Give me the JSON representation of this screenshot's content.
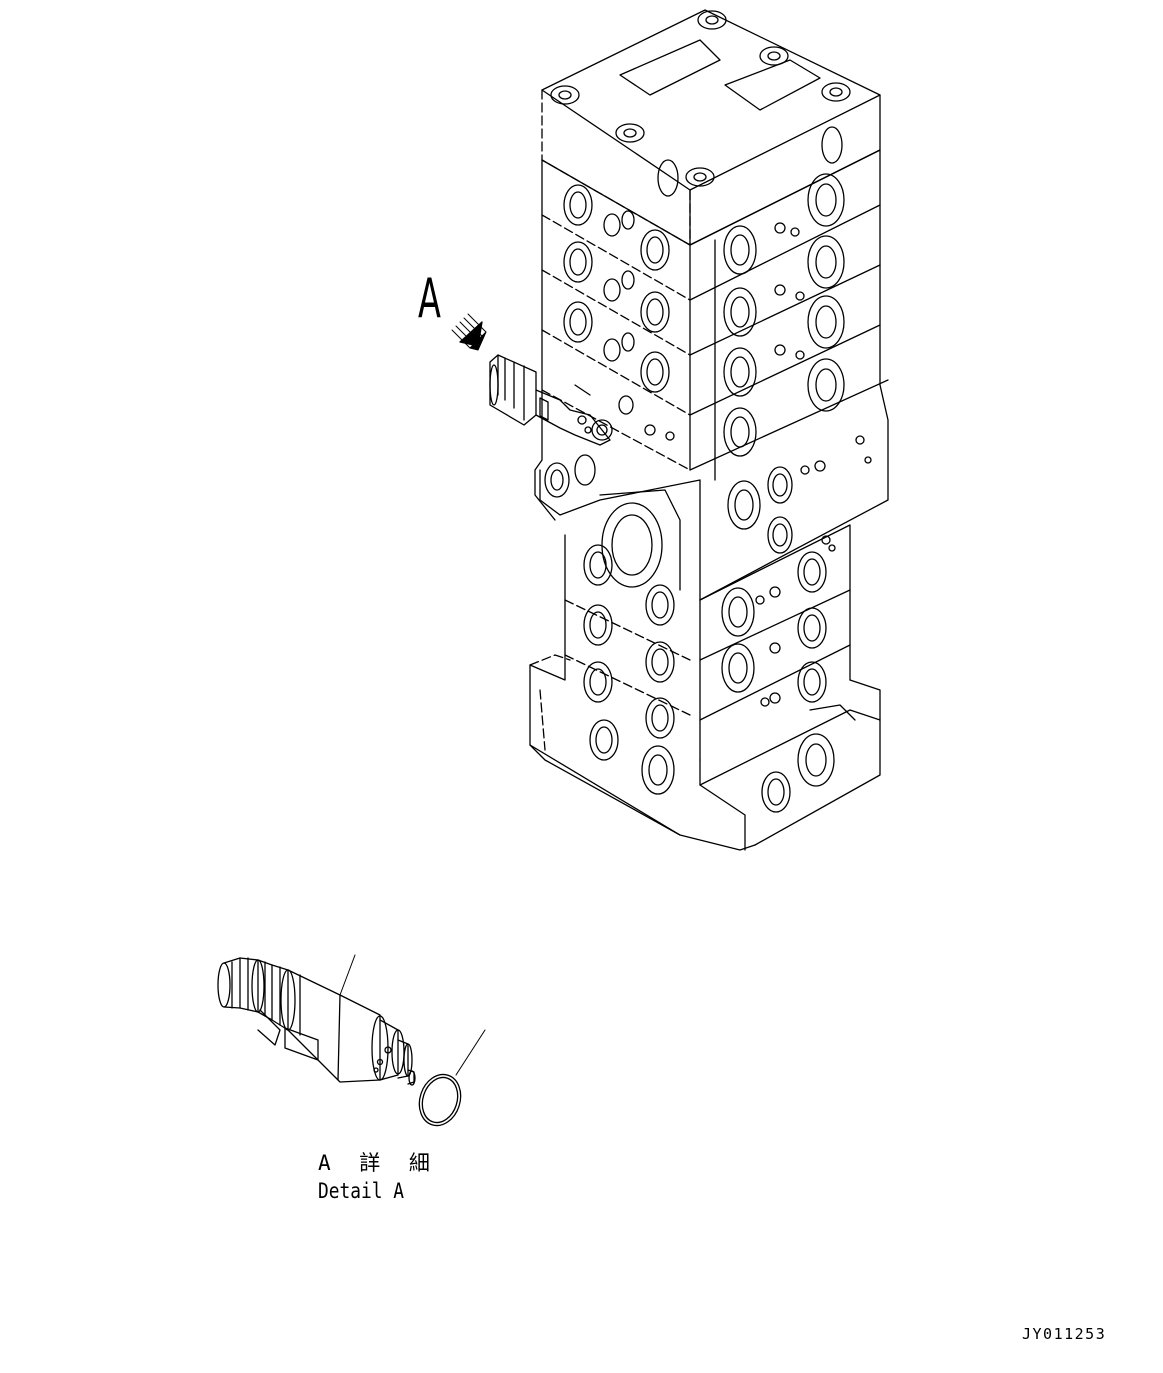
{
  "view_label": "A",
  "detail_label_jp": "A 詳 細",
  "detail_label_en": "Detail A",
  "figure_id": "JY011253",
  "colors": {
    "line": "#000000",
    "background": "#ffffff"
  },
  "parts": [
    "main-control-valve-icon",
    "relief-valve-icon",
    "o-ring-icon",
    "view-arrow-icon"
  ]
}
